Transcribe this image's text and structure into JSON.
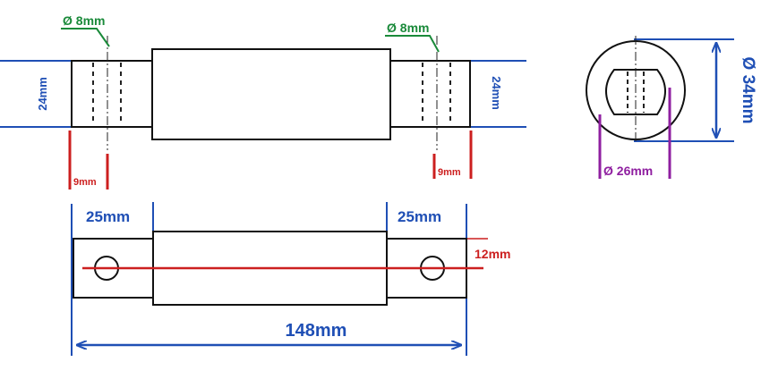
{
  "colors": {
    "outline": "#111111",
    "blue": "#1f4fb5",
    "green": "#1a8a3a",
    "red": "#cc1f1f",
    "purple": "#8f1fa0",
    "dash": "#222222"
  },
  "top_view": {
    "hole_left_label": "Ø 8mm",
    "hole_right_label": "Ø 8mm",
    "height_left_label": "24mm",
    "height_right_label": "24mm",
    "offset_left_label": "9mm",
    "offset_right_label": "9mm"
  },
  "end_view": {
    "outer_diameter_label": "Ø 34mm",
    "flat_width_label": "Ø 26mm"
  },
  "bottom_view": {
    "end_left_label": "25mm",
    "end_right_label": "25mm",
    "hole_height_label": "12mm",
    "total_length_label": "148mm"
  }
}
